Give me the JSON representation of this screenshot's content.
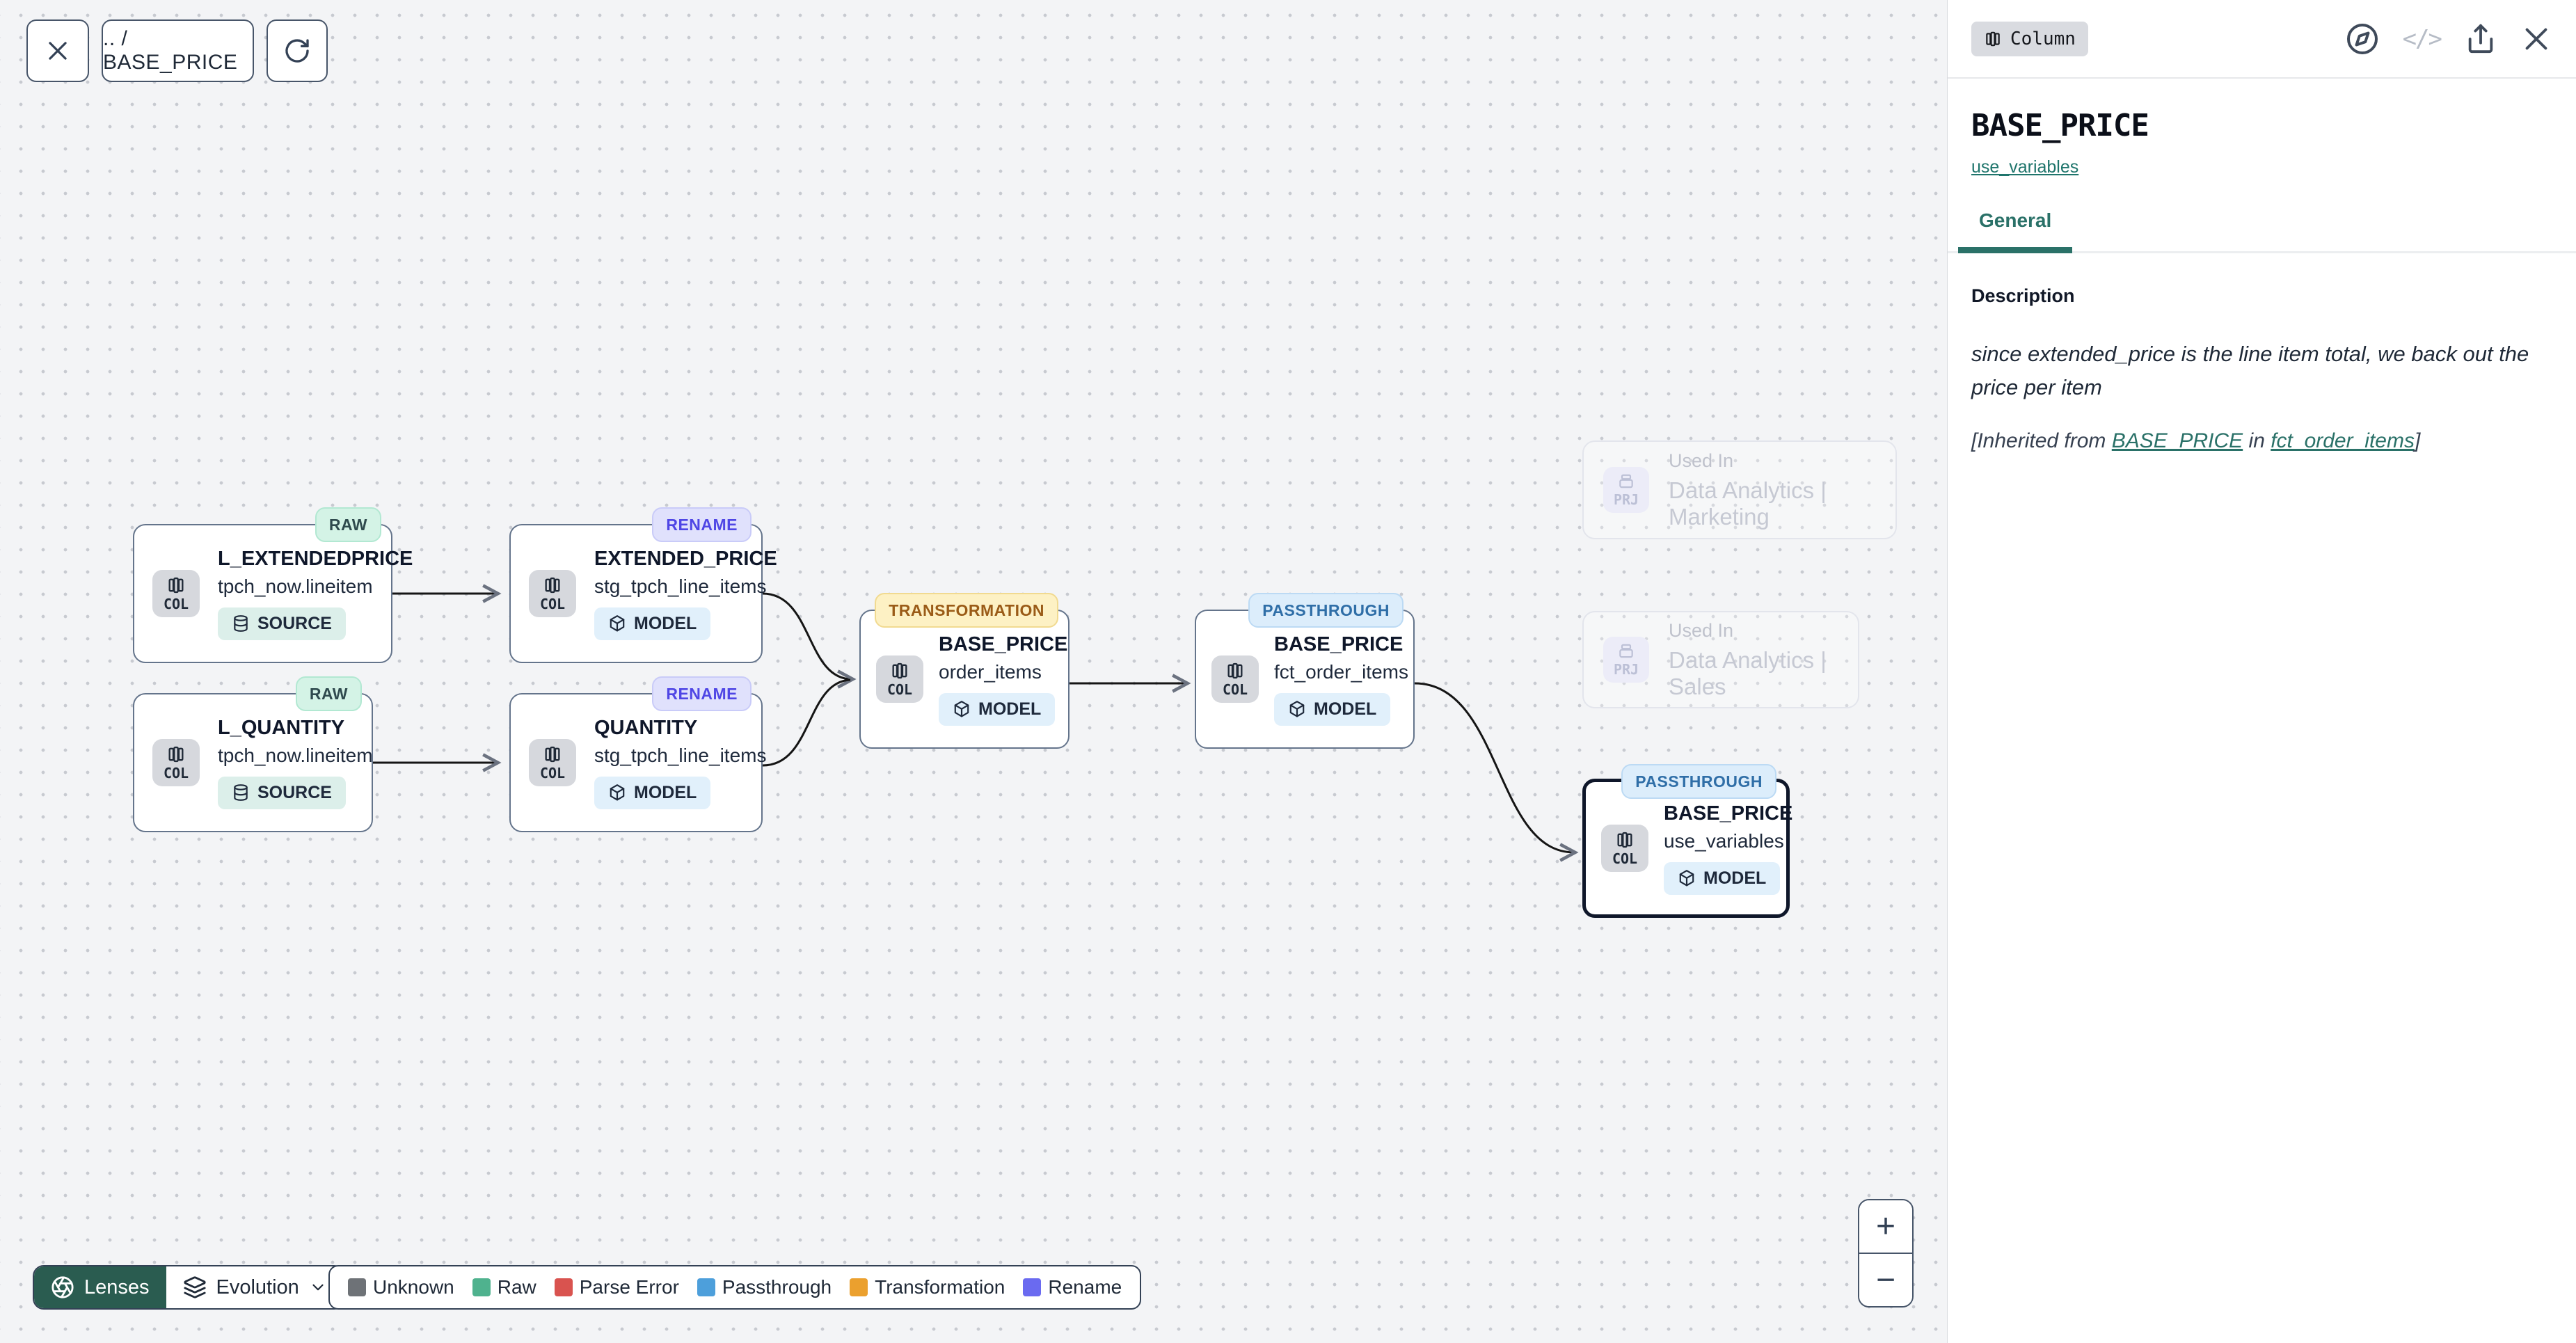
{
  "toolbar": {
    "breadcrumb": ".. / BASE_PRICE"
  },
  "canvas": {
    "nodes": [
      {
        "title": "L_EXTENDEDPRICE",
        "subtitle": "tpch_now.lineitem",
        "kind": "COL",
        "pill": "SOURCE",
        "badge": "RAW"
      },
      {
        "title": "EXTENDED_PRICE",
        "subtitle": "stg_tpch_line_items",
        "kind": "COL",
        "pill": "MODEL",
        "badge": "RENAME"
      },
      {
        "title": "L_QUANTITY",
        "subtitle": "tpch_now.lineitem",
        "kind": "COL",
        "pill": "SOURCE",
        "badge": "RAW"
      },
      {
        "title": "QUANTITY",
        "subtitle": "stg_tpch_line_items",
        "kind": "COL",
        "pill": "MODEL",
        "badge": "RENAME"
      },
      {
        "title": "BASE_PRICE",
        "subtitle": "order_items",
        "kind": "COL",
        "pill": "MODEL",
        "badge": "TRANSFORMATION"
      },
      {
        "title": "BASE_PRICE",
        "subtitle": "fct_order_items",
        "kind": "COL",
        "pill": "MODEL",
        "badge": "PASSTHROUGH"
      },
      {
        "title": "BASE_PRICE",
        "subtitle": "use_variables",
        "kind": "COL",
        "pill": "MODEL",
        "badge": "PASSTHROUGH"
      }
    ],
    "used_in": [
      {
        "label": "Used In",
        "project": "Data Analytics | Marketing",
        "kind": "PRJ"
      },
      {
        "label": "Used In",
        "project": "Data Analytics | Sales",
        "kind": "PRJ"
      }
    ]
  },
  "lenses": {
    "button_label": "Lenses",
    "selected_lens": "Evolution"
  },
  "legend": {
    "items": [
      {
        "label": "Unknown",
        "color": "#6e7277"
      },
      {
        "label": "Raw",
        "color": "#4fb28e"
      },
      {
        "label": "Parse Error",
        "color": "#d9534f"
      },
      {
        "label": "Passthrough",
        "color": "#4d9fdb"
      },
      {
        "label": "Transformation",
        "color": "#eba02e"
      },
      {
        "label": "Rename",
        "color": "#6a6af0"
      }
    ]
  },
  "zoom_controls": {
    "zoom_in": "+",
    "zoom_out": "−"
  },
  "panel": {
    "type_badge": "Column",
    "code_icon": "</>",
    "title": "BASE_PRICE",
    "subtitle_link": "use_variables",
    "tab_general": "General",
    "description_heading": "Description",
    "description": "since extended_price is the line item total, we back out the price per item",
    "inherited_prefix": "[Inherited from ",
    "inherited_link_column": "BASE_PRICE",
    "inherited_mid": " in ",
    "inherited_link_model": "fct_order_items",
    "inherited_suffix": "]"
  },
  "accent_colors": {
    "teal": "#2a7168",
    "selected_border": "#0f172a"
  }
}
